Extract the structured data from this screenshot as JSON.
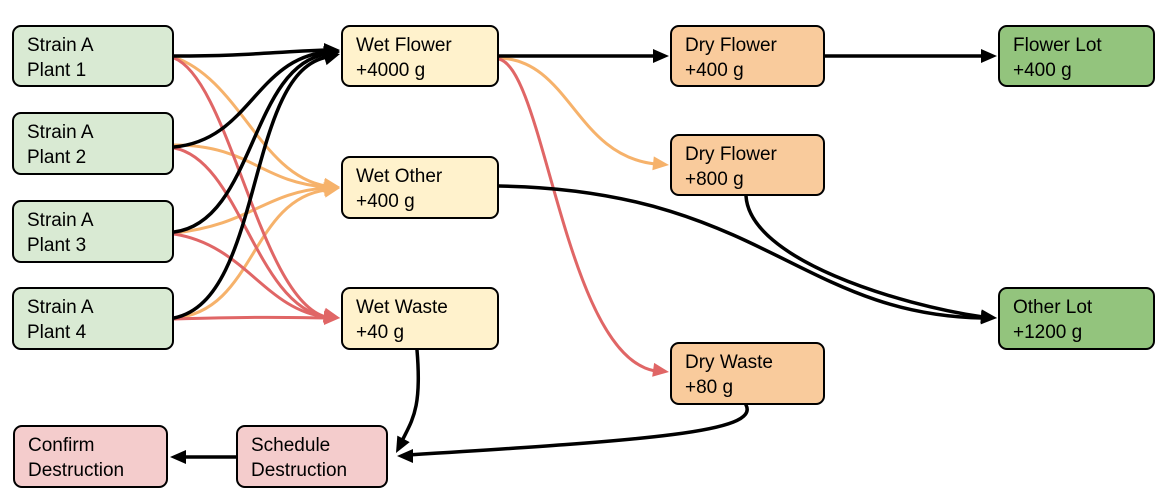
{
  "nodes": {
    "plant1": {
      "line1": "Strain A",
      "line2": "Plant 1"
    },
    "plant2": {
      "line1": "Strain A",
      "line2": "Plant 2"
    },
    "plant3": {
      "line1": "Strain A",
      "line2": "Plant 3"
    },
    "plant4": {
      "line1": "Strain A",
      "line2": "Plant 4"
    },
    "wet_flower": {
      "line1": "Wet Flower",
      "line2": "+4000 g"
    },
    "wet_other": {
      "line1": "Wet Other",
      "line2": "+400 g"
    },
    "wet_waste": {
      "line1": "Wet Waste",
      "line2": "+40 g"
    },
    "dry_flower_1": {
      "line1": "Dry Flower",
      "line2": "+400 g"
    },
    "dry_flower_2": {
      "line1": "Dry Flower",
      "line2": "+800 g"
    },
    "dry_waste": {
      "line1": "Dry Waste",
      "line2": "+80 g"
    },
    "flower_lot": {
      "line1": "Flower Lot",
      "line2": "+400 g"
    },
    "other_lot": {
      "line1": "Other Lot",
      "line2": "+1200 g"
    },
    "schedule_destruction": {
      "line1": "Schedule",
      "line2": "Destruction"
    },
    "confirm_destruction": {
      "line1": "Confirm",
      "line2": "Destruction"
    }
  },
  "colors": {
    "plant_node": "#d9ead3",
    "wet_node": "#fff2cc",
    "dry_node": "#f9cb9c",
    "lot_node": "#93c47d",
    "destruction_node": "#f4cccc",
    "flower_edge": "#000000",
    "other_edge": "#f6b26b",
    "waste_edge": "#e06666"
  },
  "edges": [
    {
      "from": "plant1",
      "to": "wet_flower",
      "kind": "flower"
    },
    {
      "from": "plant2",
      "to": "wet_flower",
      "kind": "flower"
    },
    {
      "from": "plant3",
      "to": "wet_flower",
      "kind": "flower"
    },
    {
      "from": "plant4",
      "to": "wet_flower",
      "kind": "flower"
    },
    {
      "from": "plant1",
      "to": "wet_other",
      "kind": "other"
    },
    {
      "from": "plant2",
      "to": "wet_other",
      "kind": "other"
    },
    {
      "from": "plant3",
      "to": "wet_other",
      "kind": "other"
    },
    {
      "from": "plant4",
      "to": "wet_other",
      "kind": "other"
    },
    {
      "from": "plant1",
      "to": "wet_waste",
      "kind": "waste"
    },
    {
      "from": "plant2",
      "to": "wet_waste",
      "kind": "waste"
    },
    {
      "from": "plant3",
      "to": "wet_waste",
      "kind": "waste"
    },
    {
      "from": "plant4",
      "to": "wet_waste",
      "kind": "waste"
    },
    {
      "from": "wet_flower",
      "to": "dry_flower_1",
      "kind": "flower"
    },
    {
      "from": "wet_flower",
      "to": "dry_flower_2",
      "kind": "other"
    },
    {
      "from": "wet_flower",
      "to": "dry_waste",
      "kind": "waste"
    },
    {
      "from": "dry_flower_1",
      "to": "flower_lot",
      "kind": "flower"
    },
    {
      "from": "wet_other",
      "to": "other_lot",
      "kind": "flower"
    },
    {
      "from": "dry_flower_2",
      "to": "other_lot",
      "kind": "flower"
    },
    {
      "from": "wet_waste",
      "to": "schedule_destruction",
      "kind": "flower"
    },
    {
      "from": "dry_waste",
      "to": "schedule_destruction",
      "kind": "flower"
    },
    {
      "from": "schedule_destruction",
      "to": "confirm_destruction",
      "kind": "flower"
    }
  ]
}
